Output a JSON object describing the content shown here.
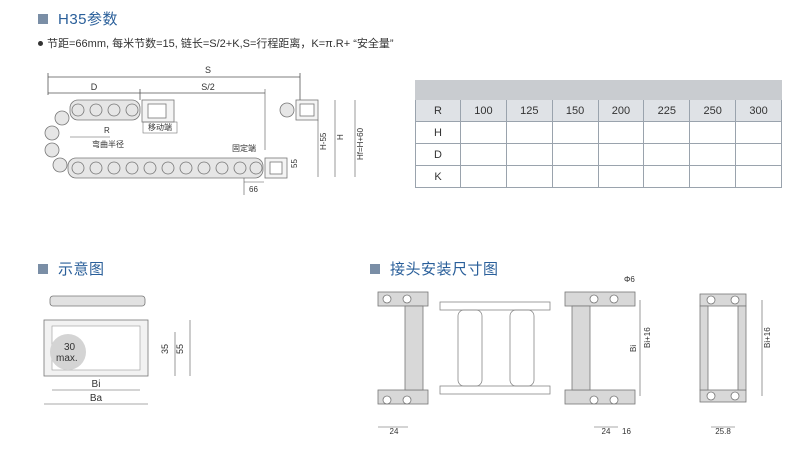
{
  "sections": {
    "h35_title": "H35参数",
    "diagram_title": "示意图",
    "mount_title": "接头安装尺寸图"
  },
  "spec_line": "节距=66mm, 每米节数=15, 链长=S/2+K,S=行程距离，K=π.R+ “安全量”",
  "chain_diagram": {
    "label_S": "S",
    "label_D": "D",
    "label_S2": "S/2",
    "label_R": "R",
    "label_bend": "弯曲半径",
    "label_moving": "移动端",
    "label_fixed": "固定端",
    "label_66": "66",
    "label_55": "55",
    "label_H55": "H-55",
    "label_H": "H",
    "label_Hf": "Hf=H+60"
  },
  "param_table": {
    "header_label": "R",
    "radii": [
      "100",
      "125",
      "150",
      "200",
      "225",
      "250",
      "300"
    ],
    "rows": [
      {
        "label": "H",
        "values": [
          "",
          "",
          "",
          "",
          "",
          "",
          ""
        ]
      },
      {
        "label": "D",
        "values": [
          "",
          "",
          "",
          "",
          "",
          "",
          ""
        ]
      },
      {
        "label": "K",
        "values": [
          "",
          "",
          "",
          "",
          "",
          "",
          ""
        ]
      }
    ]
  },
  "cross_section": {
    "label_30": "30",
    "label_max": "max.",
    "label_35": "35",
    "label_55": "55",
    "label_Bi": "Bi",
    "label_Ba": "Ba"
  },
  "mount_drawing": {
    "label_phi6": "Φ6",
    "label_Bi16_a": "Bi+16",
    "label_Bi": "Bi",
    "label_Bi16_b": "Bi+16",
    "label_24a": "24",
    "label_24b": "24",
    "label_16": "16",
    "label_258": "25.8"
  }
}
